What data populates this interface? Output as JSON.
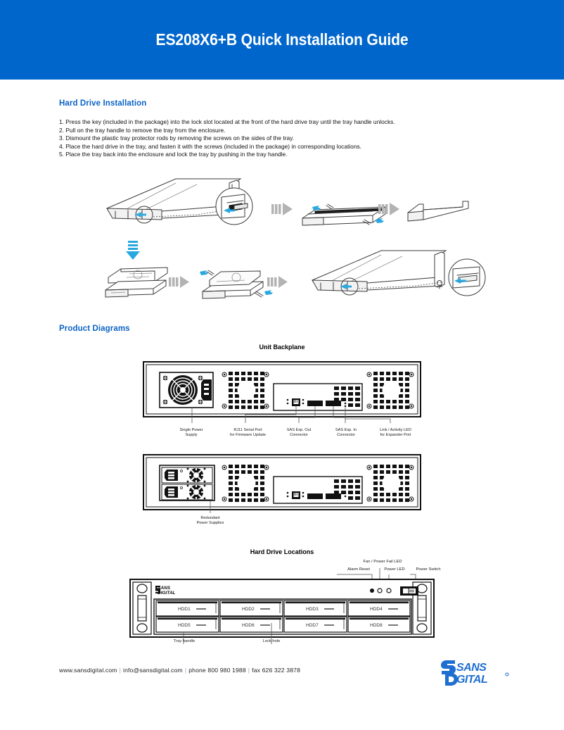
{
  "header": {
    "title": "ES208X6+B Quick Installation Guide",
    "bg_color": "#0066cc"
  },
  "sections": {
    "hard_drive_installation": {
      "heading": "Hard Drive Installation",
      "heading_color": "#0b63c5",
      "steps": [
        "1. Press the key (included in the package) into the lock slot located at the front of the hard drive tray until the tray handle unlocks.",
        "2. Pull on the tray handle to remove the tray from the enclosure.",
        "3. Dismount the plastic tray protector rods by removing the screws on the sides of the tray.",
        "4. Place the hard drive in the tray, and fasten it with the screws (included in the package) in corresponding locations.",
        "5. Place the tray back into the enclosure and lock the tray by pushing in the tray handle."
      ]
    },
    "product_diagrams": {
      "heading": "Product Diagrams",
      "unit_backplane": {
        "title": "Unit Backplane",
        "callouts": [
          {
            "line1": "Single Power",
            "line2": "Supply"
          },
          {
            "line1": "RJ11 Serial Port",
            "line2": "for Firmware Update"
          },
          {
            "line1": "SAS Exp. Out",
            "line2": "Connector"
          },
          {
            "line1": "SAS Exp. In",
            "line2": "Connector"
          },
          {
            "line1": "Link / Activity LED",
            "line2": "for Expander Port"
          }
        ]
      },
      "redundant_backplane": {
        "callouts": [
          {
            "line1": "Redundant",
            "line2": "Power Supplies"
          }
        ]
      },
      "hard_drive_locations": {
        "title": "Hard Drive Locations",
        "top_callouts": [
          {
            "label": "Alarm Reset"
          },
          {
            "label": "Fan / Power Fail LED"
          },
          {
            "label": "Power LED"
          },
          {
            "label": "Power Switch"
          }
        ],
        "bottom_callouts": [
          {
            "label": "Tray handle"
          },
          {
            "label": "Lock hole"
          }
        ],
        "brand": "SANS DIGITAL",
        "bays_row1": [
          "HDD1",
          "HDD2",
          "HDD3",
          "HDD4"
        ],
        "bays_row2": [
          "HDD5",
          "HDD6",
          "HDD7",
          "HDD8"
        ]
      }
    }
  },
  "footer": {
    "website": "www.sansdigital.com",
    "email": "info@sansdigital.com",
    "phone": "phone 800 980 1988",
    "fax": "fax 626 322 3878",
    "separator": "|",
    "logo_top": "SANS",
    "logo_bottom": "DIGITAL",
    "logo_color": "#1f6fd0"
  }
}
